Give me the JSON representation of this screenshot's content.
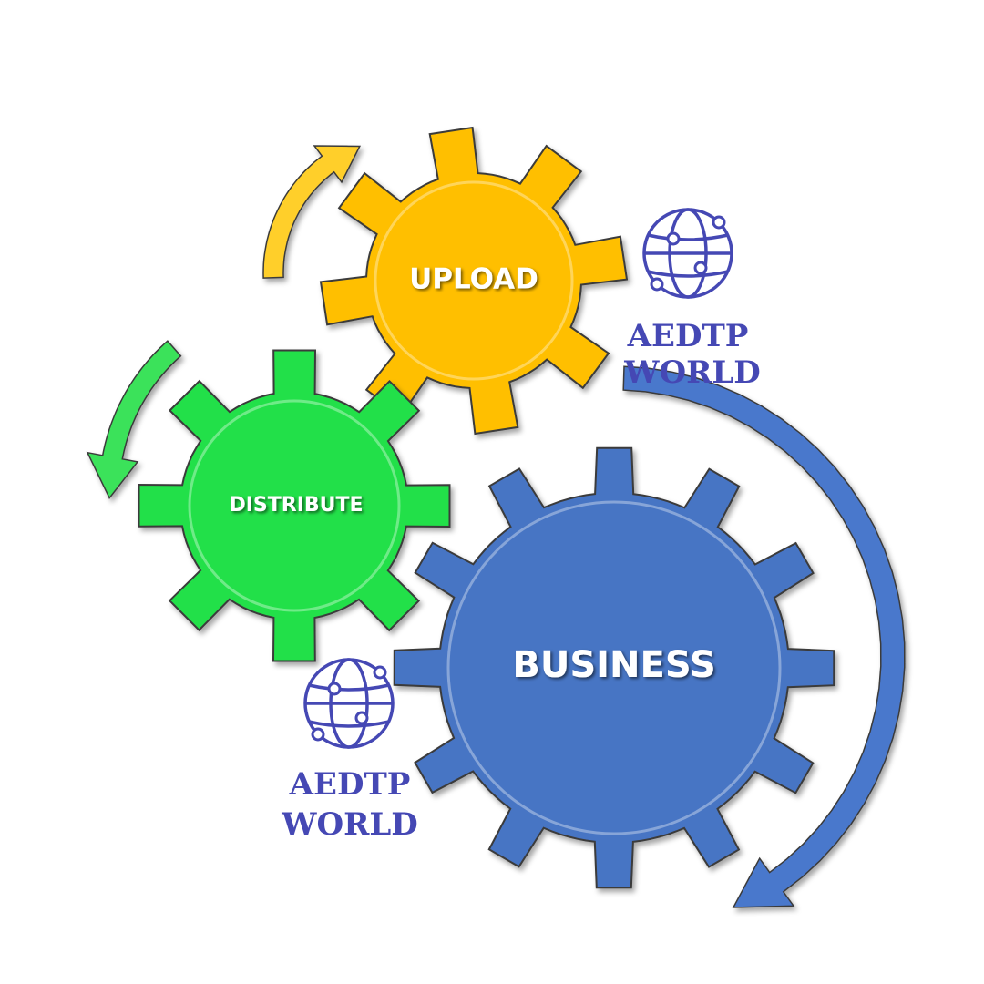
{
  "diagram": {
    "gears": [
      {
        "id": "upload",
        "label": "UPLOAD",
        "color": "#ffbf00"
      },
      {
        "id": "distribute",
        "label": "DISTRIBUTE",
        "color": "#24e04a"
      },
      {
        "id": "business",
        "label": "BUSINESS",
        "color": "#4774c4"
      }
    ],
    "arrows": [
      {
        "id": "yellow",
        "color": "#ffcf2a"
      },
      {
        "id": "green",
        "color": "#3be25a"
      },
      {
        "id": "blue",
        "color": "#4a78cc"
      }
    ],
    "watermarks": [
      {
        "line1": "AEDTP",
        "line2": "WORLD",
        "color": "#4548b4"
      },
      {
        "line1": "AEDTP",
        "line2": "WORLD",
        "color": "#4548b4"
      }
    ],
    "icons": [
      "globe-network-icon",
      "globe-network-icon"
    ]
  }
}
